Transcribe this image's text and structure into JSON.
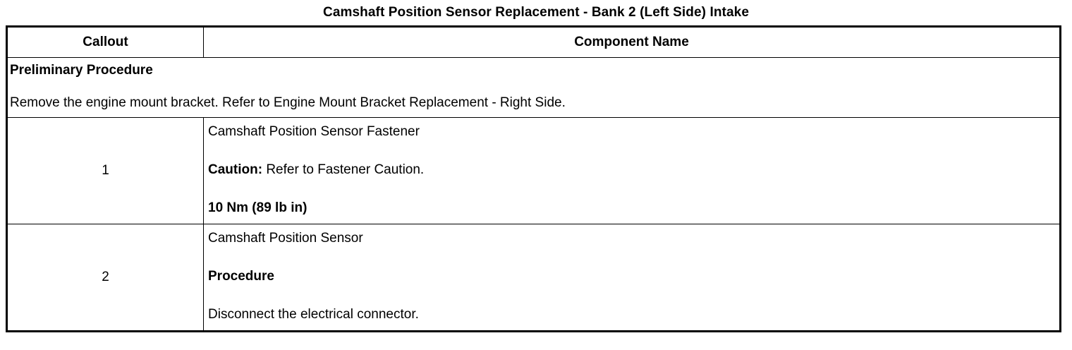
{
  "document": {
    "title": "Camshaft Position Sensor Replacement - Bank 2 (Left Side) Intake"
  },
  "table": {
    "headers": {
      "callout": "Callout",
      "component": "Component Name"
    },
    "preliminary": {
      "heading": "Preliminary Procedure",
      "body": "Remove the engine mount bracket. Refer to Engine Mount Bracket Replacement - Right Side."
    },
    "rows": [
      {
        "callout": "1",
        "lines": [
          {
            "bold_prefix": "",
            "text": "Camshaft Position Sensor Fastener",
            "all_bold": false
          },
          {
            "bold_prefix": "Caution:",
            "text": " Refer to Fastener Caution.",
            "all_bold": false
          },
          {
            "bold_prefix": "",
            "text": "10 Nm (89 lb in)",
            "all_bold": true
          }
        ]
      },
      {
        "callout": "2",
        "lines": [
          {
            "bold_prefix": "",
            "text": "Camshaft Position Sensor",
            "all_bold": false
          },
          {
            "bold_prefix": "",
            "text": "Procedure",
            "all_bold": true
          },
          {
            "bold_prefix": "",
            "text": "Disconnect the electrical connector.",
            "all_bold": false
          }
        ]
      }
    ]
  },
  "colors": {
    "text": "#000000",
    "background": "#ffffff",
    "border": "#000000"
  }
}
